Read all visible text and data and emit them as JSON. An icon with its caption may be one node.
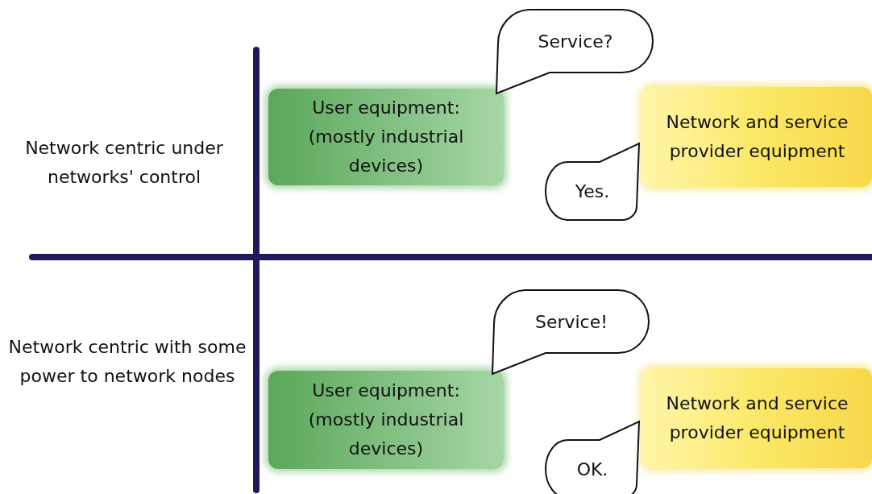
{
  "diagram": {
    "nodes": [
      {
        "text": [
          "User equipment: (mostly industrial devices)"
        ]
      },
      {
        "text": [
          "Service?"
        ]
      },
      {
        "text": [
          "Network and service provider equipment"
        ]
      },
      {
        "text": [
          "Yes."
        ]
      },
      {
        "text": [
          "User equipment: (mostly industrial devices)"
        ]
      },
      {
        "text": [
          "Service!"
        ]
      },
      {
        "text": [
          "Network and service provider equipment"
        ]
      },
      {
        "text": [
          "OK."
        ]
      }
    ],
    "labels": [
      "Network centric under networks' control",
      "Network centric with some power to network nodes"
    ]
  }
}
